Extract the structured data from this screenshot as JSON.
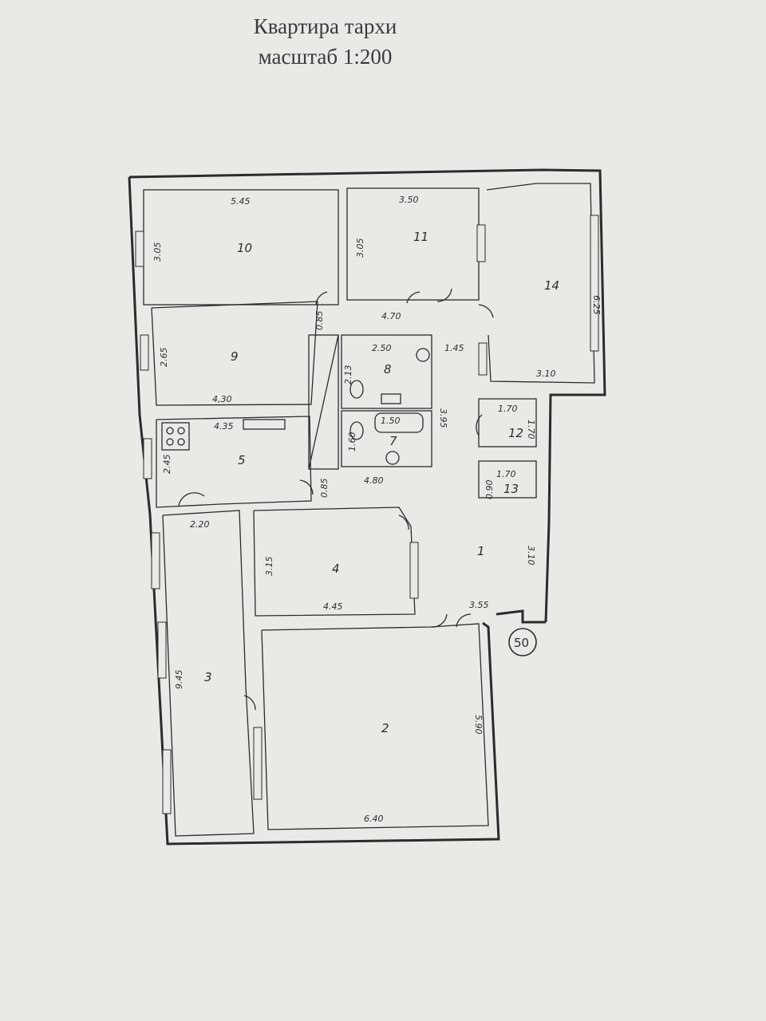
{
  "plan": {
    "title": "Квартира тархи",
    "scale": "масштаб 1:200",
    "apartment_number": "50",
    "rooms": [
      {
        "number": "1"
      },
      {
        "number": "2"
      },
      {
        "number": "3"
      },
      {
        "number": "4"
      },
      {
        "number": "5"
      },
      {
        "number": "7"
      },
      {
        "number": "8"
      },
      {
        "number": "9"
      },
      {
        "number": "10"
      },
      {
        "number": "11"
      },
      {
        "number": "12"
      },
      {
        "number": "13"
      },
      {
        "number": "14"
      }
    ],
    "dimensions": [
      "5.45",
      "3.05",
      "3.50",
      "3.05",
      "6.25",
      "0.85",
      "4.70",
      "2.65",
      "2.50",
      "2.13",
      "1.45",
      "3.95",
      "3.10",
      "4,30",
      "4.35",
      "1.70",
      "1.70",
      "1.60",
      "1.50",
      "2.45",
      "0.85",
      "4.80",
      "0.90",
      "1.70",
      "2.20",
      "3.15",
      "3.10",
      "4.45",
      "3.55",
      "9.45",
      "5.90",
      "6.40"
    ]
  }
}
